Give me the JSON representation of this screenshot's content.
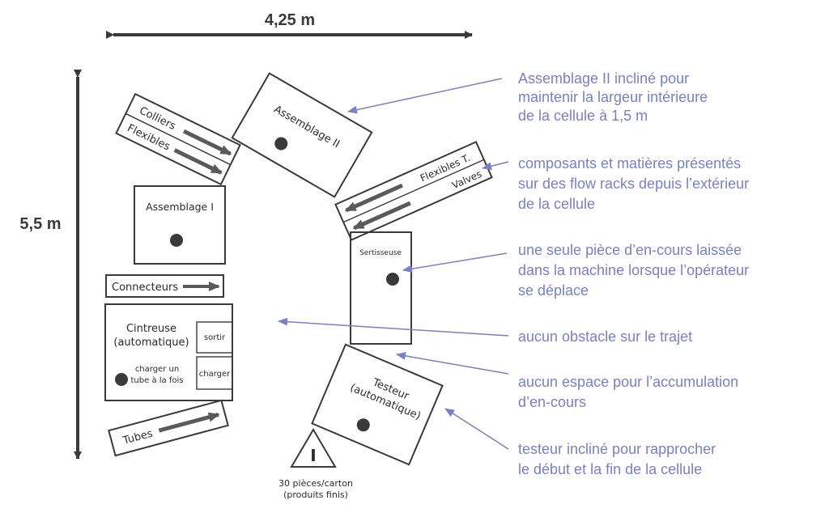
{
  "dimensions": {
    "width": "4,25 m",
    "height": "5,5 m"
  },
  "stations": {
    "assemblage2": "Assemblage II",
    "assemblage1": "Assemblage I",
    "sertisseuse": "Sertisseuse",
    "cintreuse_line1": "Cintreuse",
    "cintreuse_line2": "(automatique)",
    "sortir": "sortir",
    "charger": "charger",
    "charger_note_line1": "charger un",
    "charger_note_line2": "tube à la fois",
    "testeur_line1": "Testeur",
    "testeur_line2": "(automatique)"
  },
  "racks": {
    "colliers": "Colliers",
    "flexibles": "Flexibles",
    "flexibles_t": "Flexibles T.",
    "valves": "Valves",
    "connecteurs": "Connecteurs",
    "tubes": "Tubes"
  },
  "output": {
    "symbol": "I",
    "line1": "30 pièces/carton",
    "line2": "(produits finis)"
  },
  "annotations": [
    {
      "lines": [
        "Assemblage II incliné pour",
        "maintenir la largeur intérieure",
        "de la cellule à 1,5 m"
      ]
    },
    {
      "lines": [
        "composants et matières présentés",
        "sur des flow racks depuis l’extérieur",
        "de la cellule"
      ]
    },
    {
      "lines": [
        "une seule pièce d’en-cours laissée",
        "dans la machine lorsque l’opérateur",
        "se déplace"
      ]
    },
    {
      "lines": [
        "aucun obstacle sur le trajet"
      ]
    },
    {
      "lines": [
        "aucun espace pour l’accumulation",
        "d’en-cours"
      ]
    },
    {
      "lines": [
        "testeur incliné pour rapprocher",
        "le début et la fin de la cellule"
      ]
    }
  ],
  "colors": {
    "annotation": "#7a7fc6",
    "drawing": "#3a3a3a",
    "arrow": "#5a5a5a"
  }
}
